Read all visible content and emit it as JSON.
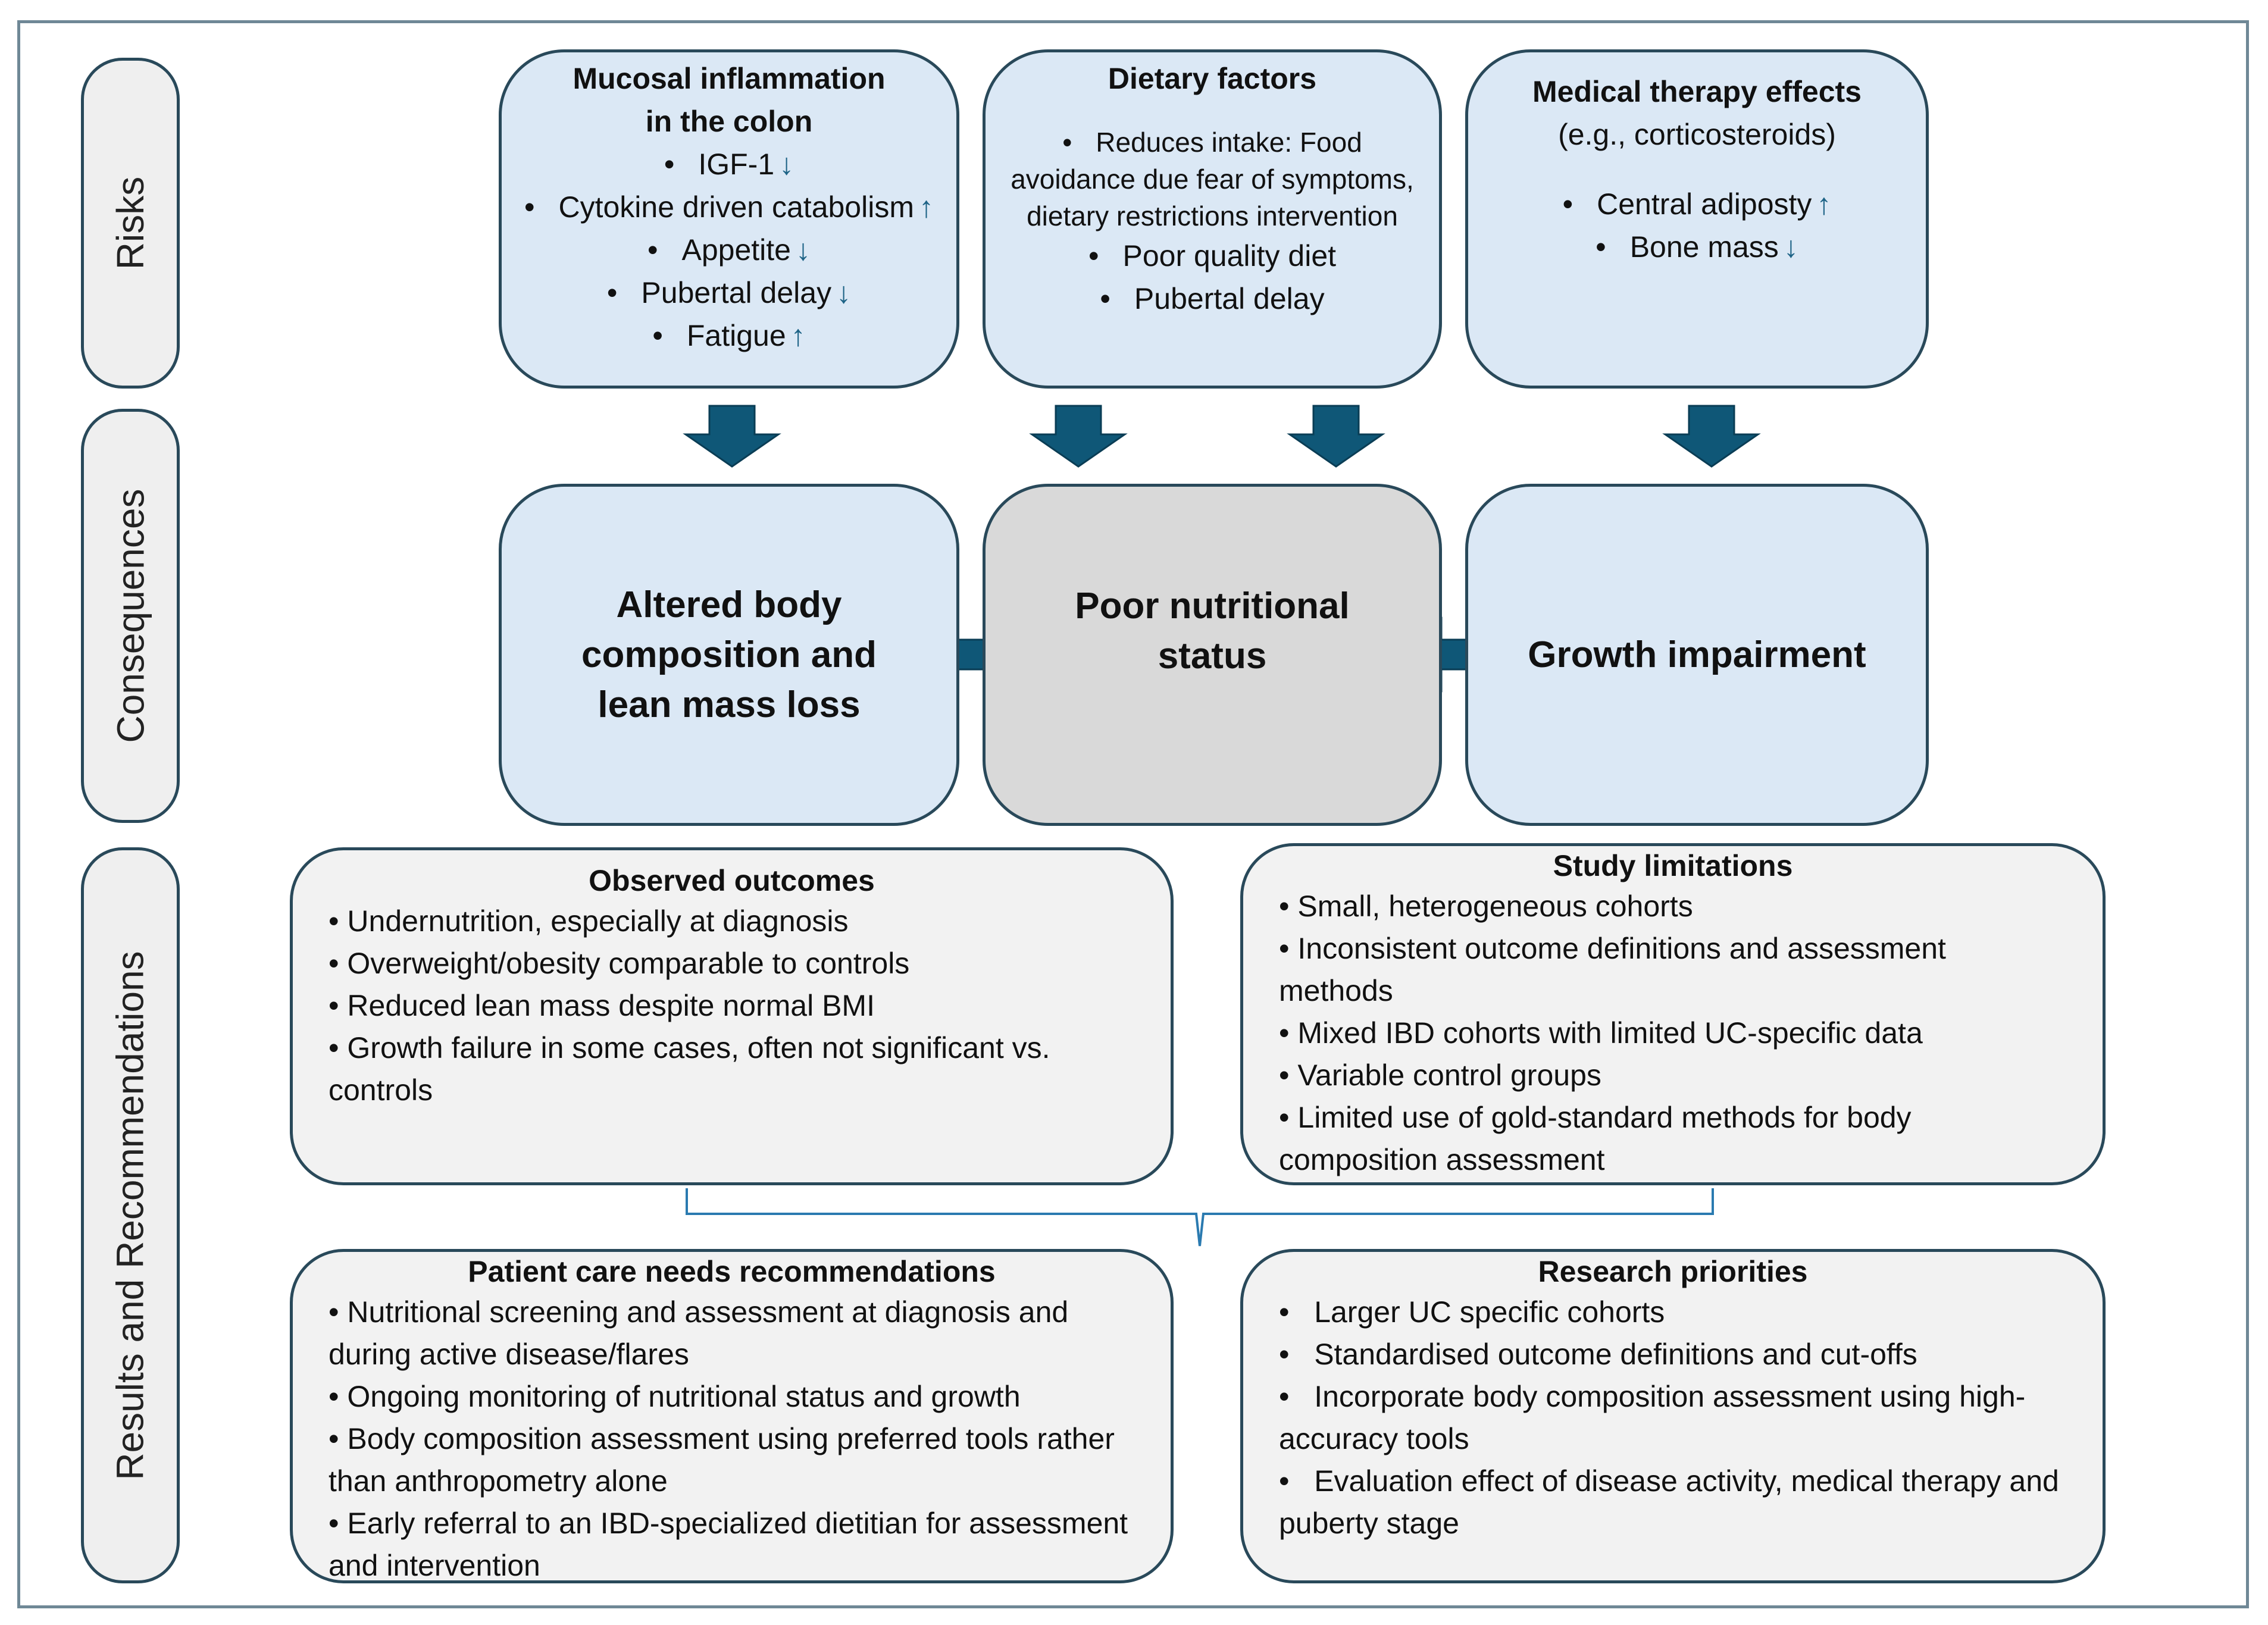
{
  "side_labels": [
    "Risks",
    "Consequences",
    "Results and Recommendations"
  ],
  "risks": [
    {
      "title": [
        "Mucosal inflammation",
        "in the colon"
      ],
      "subtitle": "",
      "items": [
        {
          "text": "IGF-1",
          "arrow": "down"
        },
        {
          "text": "Cytokine driven catabolism",
          "arrow": "up"
        },
        {
          "text": "Appetite",
          "arrow": "down"
        },
        {
          "text": "Pubertal delay",
          "arrow": "down"
        },
        {
          "text": "Fatigue",
          "arrow": "up"
        }
      ]
    },
    {
      "title": [
        "Dietary factors"
      ],
      "subtitle": "",
      "items": [
        {
          "text": "Reduces intake: Food avoidance due fear of symptoms, dietary restrictions intervention",
          "arrow": ""
        },
        {
          "text": "Poor quality diet",
          "arrow": ""
        },
        {
          "text": "Pubertal delay",
          "arrow": ""
        }
      ]
    },
    {
      "title": [
        "Medical therapy effects"
      ],
      "subtitle": "(e.g., corticosteroids)",
      "items": [
        {
          "text": "Central adiposty",
          "arrow": "up"
        },
        {
          "text": "Bone mass",
          "arrow": "down"
        }
      ]
    }
  ],
  "consequences": [
    "Altered body composition and lean mass loss",
    "Poor nutritional status",
    "Growth impairment"
  ],
  "results": {
    "observed": {
      "title": "Observed outcomes",
      "items": [
        "Undernutrition, especially at diagnosis",
        "Overweight/obesity comparable to controls",
        "Reduced lean mass despite normal BMI",
        "Growth failure in some cases, often not significant vs. controls"
      ]
    },
    "limitations": {
      "title": "Study limitations",
      "items": [
        "Small, heterogeneous cohorts",
        "Inconsistent outcome definitions and assessment methods",
        "Mixed IBD cohorts with limited UC-specific data",
        "Variable control groups",
        "Limited use of gold-standard methods for body composition assessment"
      ]
    },
    "patient_care": {
      "title": "Patient care needs recommendations",
      "items": [
        "Nutritional screening and assessment at diagnosis and during active disease/flares",
        "Ongoing monitoring of nutritional status and growth",
        "Body composition assessment using preferred tools rather than anthropometry alone",
        "Early referral to an IBD-specialized dietitian for assessment and intervention"
      ]
    },
    "research": {
      "title": "Research priorities",
      "items": [
        "Larger UC specific cohorts",
        "Standardised outcome definitions and cut-offs",
        "Incorporate body composition assessment using high-accuracy tools",
        "Evaluation effect of disease activity, medical therapy and puberty stage"
      ]
    }
  },
  "colors": {
    "arrow": "#0f5777",
    "border": "#29495a",
    "risk_fill": "#dbe8f5",
    "center_fill": "#d9d9d9",
    "results_fill": "#f2f2f2"
  }
}
